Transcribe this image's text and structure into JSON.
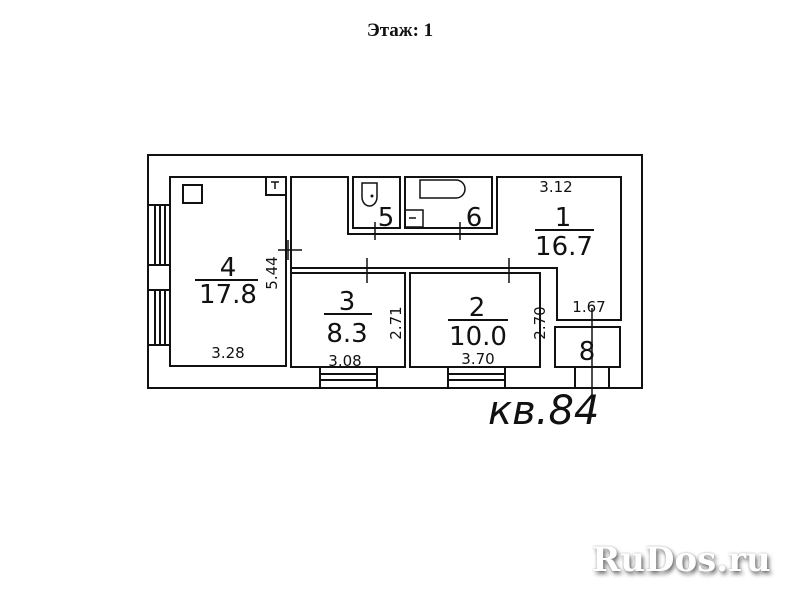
{
  "header": {
    "floor_label": "Этаж: 1"
  },
  "apartment": {
    "label": "кв.84"
  },
  "rooms": [
    {
      "number": "1",
      "area": "16.7",
      "dimension": "3.12",
      "dimension2": "1.67"
    },
    {
      "number": "2",
      "area": "10.0",
      "width": "3.70",
      "length": "2.70"
    },
    {
      "number": "3",
      "area": "8.3",
      "width": "3.08",
      "length": "2.71"
    },
    {
      "number": "4",
      "area": "17.8",
      "width": "3.28",
      "length": "5.44"
    },
    {
      "number": "5"
    },
    {
      "number": "6"
    },
    {
      "number": "8"
    }
  ],
  "watermark": {
    "text": "RuDos.ru"
  },
  "colors": {
    "line": "#111111",
    "background": "#ffffff"
  }
}
